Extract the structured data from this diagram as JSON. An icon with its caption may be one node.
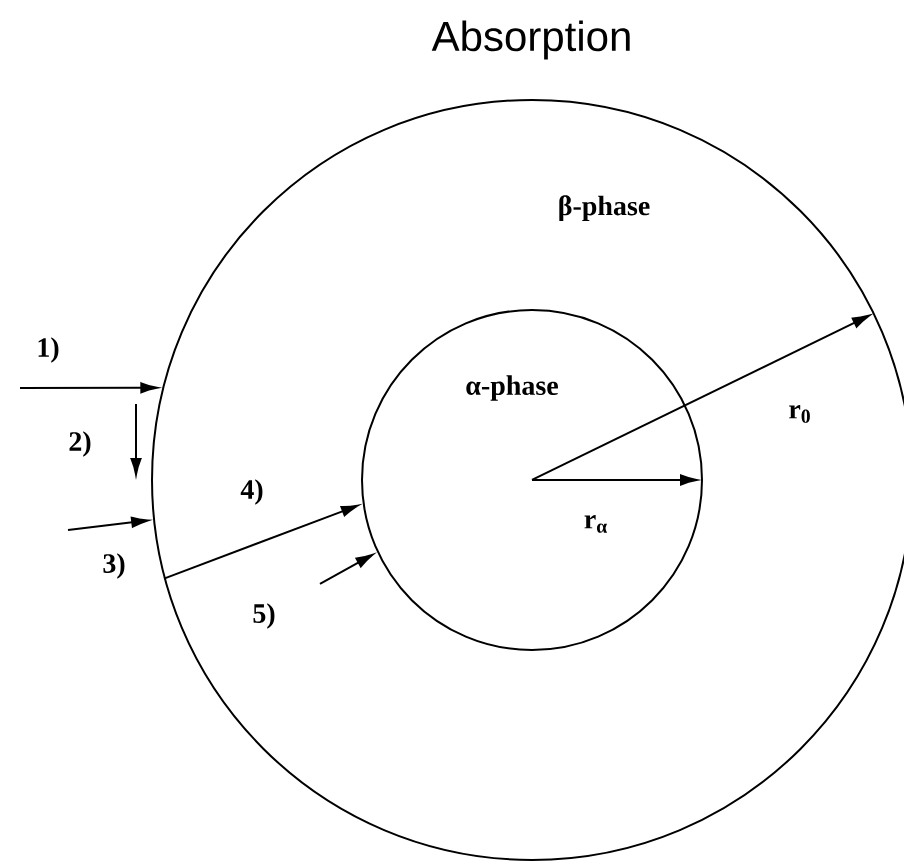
{
  "diagram": {
    "title": "Absorption",
    "nodes": [
      {
        "text": [
          "β-phase"
        ]
      },
      {
        "text": [
          "α-phase"
        ],
        "in": 0
      }
    ],
    "edges": [
      {
        "from": null,
        "to": 0,
        "arrow": "to"
      },
      {
        "from": null,
        "to": 0,
        "arrow": "to"
      },
      {
        "from": 0,
        "to": 1,
        "arrow": "to"
      },
      {
        "from": null,
        "to": 1,
        "arrow": "to"
      }
    ],
    "labels": [
      "1)",
      "2)",
      "3)",
      "4)",
      "5)",
      "r$_{0}$",
      "r$_{α}$"
    ]
  }
}
